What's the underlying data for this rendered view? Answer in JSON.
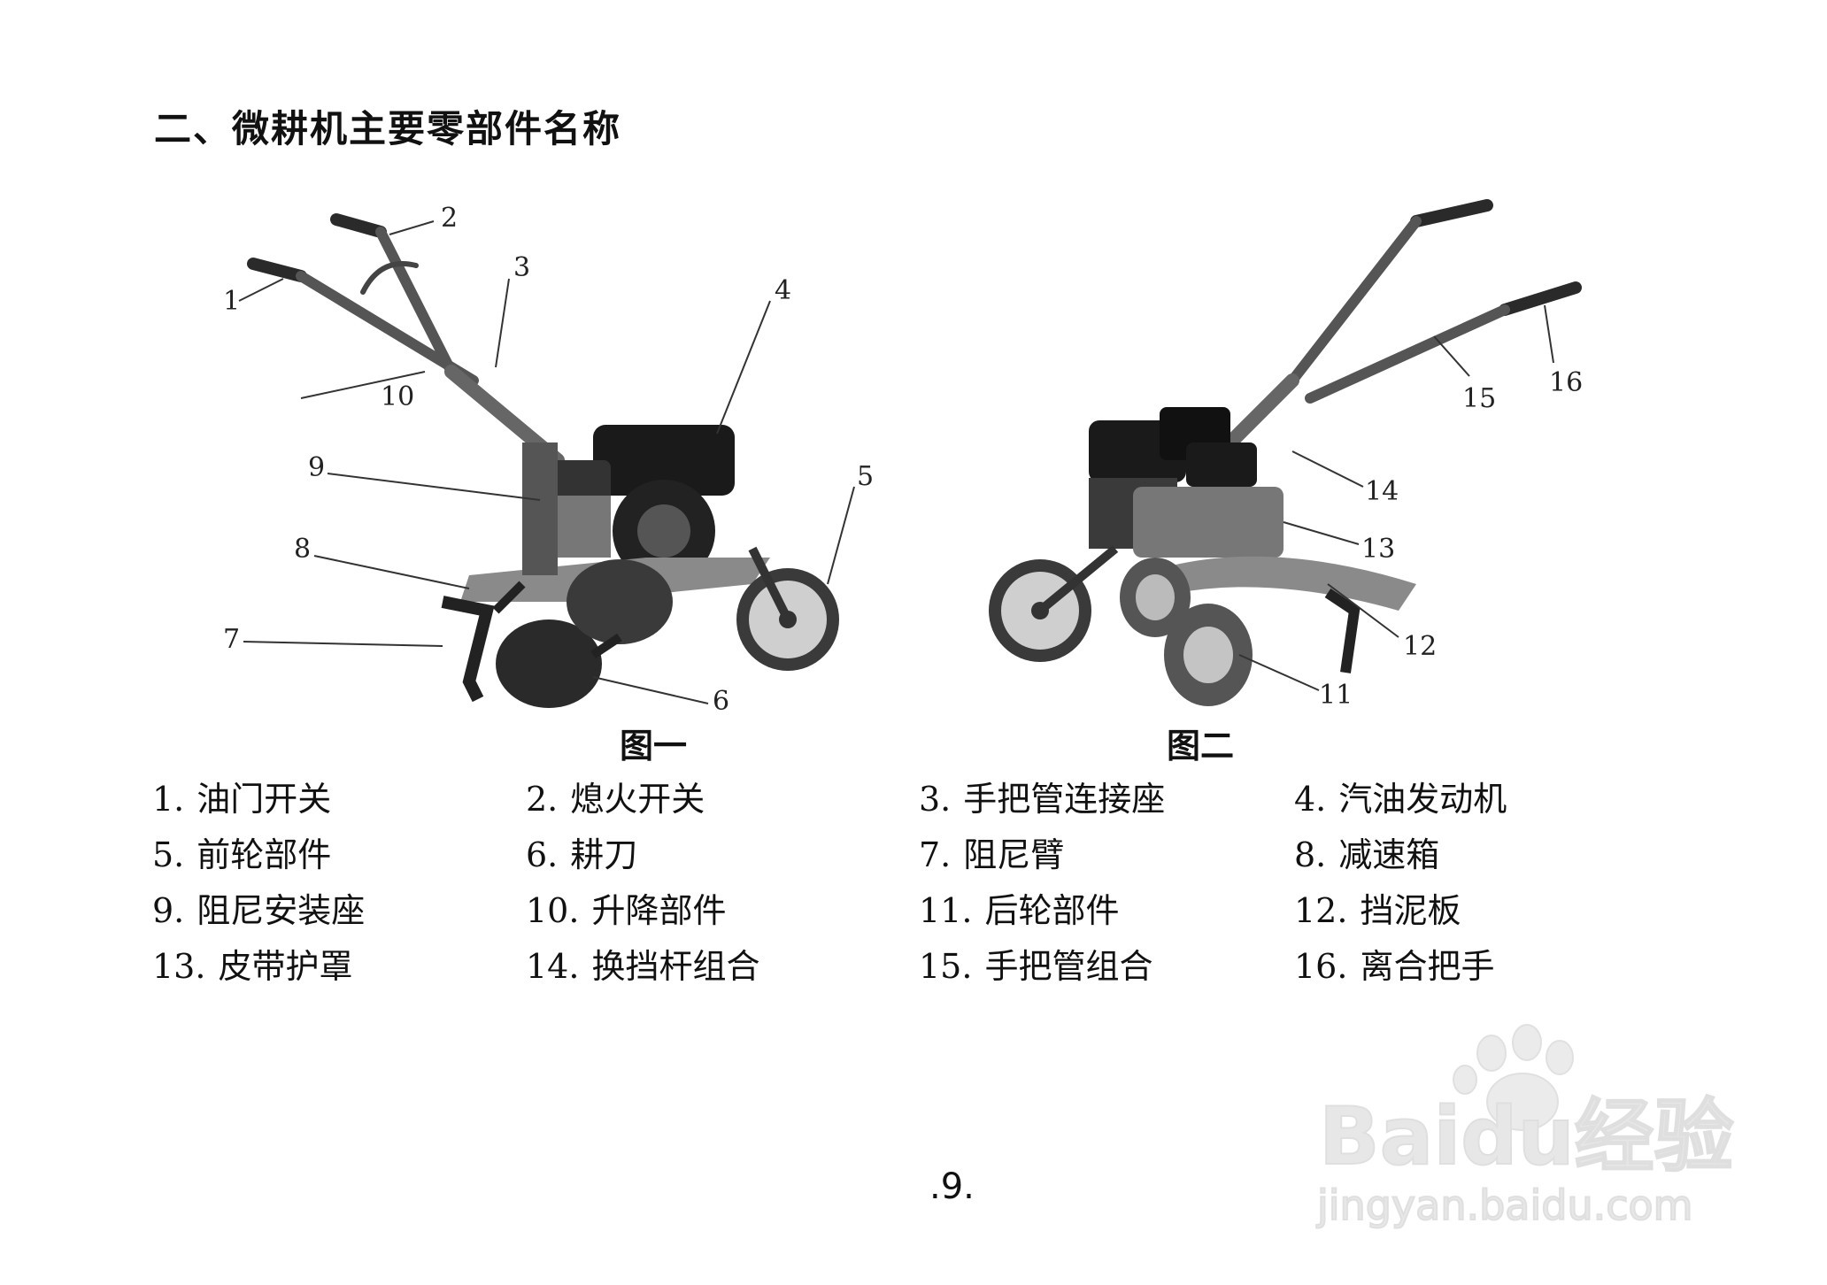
{
  "section_title": "二、微耕机主要零部件名称",
  "figures": [
    {
      "caption": "图一",
      "callouts": [
        "1",
        "2",
        "3",
        "4",
        "5",
        "6",
        "7",
        "8",
        "9",
        "10"
      ]
    },
    {
      "caption": "图二",
      "callouts": [
        "11",
        "12",
        "13",
        "14",
        "15",
        "16"
      ]
    }
  ],
  "parts": [
    {
      "num": "1.",
      "name": "油门开关"
    },
    {
      "num": "2.",
      "name": "熄火开关"
    },
    {
      "num": "3.",
      "name": "手把管连接座"
    },
    {
      "num": "4.",
      "name": "汽油发动机"
    },
    {
      "num": "5.",
      "name": "前轮部件"
    },
    {
      "num": "6.",
      "name": "耕刀"
    },
    {
      "num": "7.",
      "name": "阻尼臂"
    },
    {
      "num": "8.",
      "name": "减速箱"
    },
    {
      "num": "9.",
      "name": "阻尼安装座"
    },
    {
      "num": "10.",
      "name": "升降部件"
    },
    {
      "num": "11.",
      "name": "后轮部件"
    },
    {
      "num": "12.",
      "name": "挡泥板"
    },
    {
      "num": "13.",
      "name": "皮带护罩"
    },
    {
      "num": "14.",
      "name": "换挡杆组合"
    },
    {
      "num": "15.",
      "name": "手把管组合"
    },
    {
      "num": "16.",
      "name": "离合把手"
    }
  ],
  "page_number": ".9.",
  "watermark": {
    "brand": "Baidu经验",
    "url": "jingyan.baidu.com"
  }
}
